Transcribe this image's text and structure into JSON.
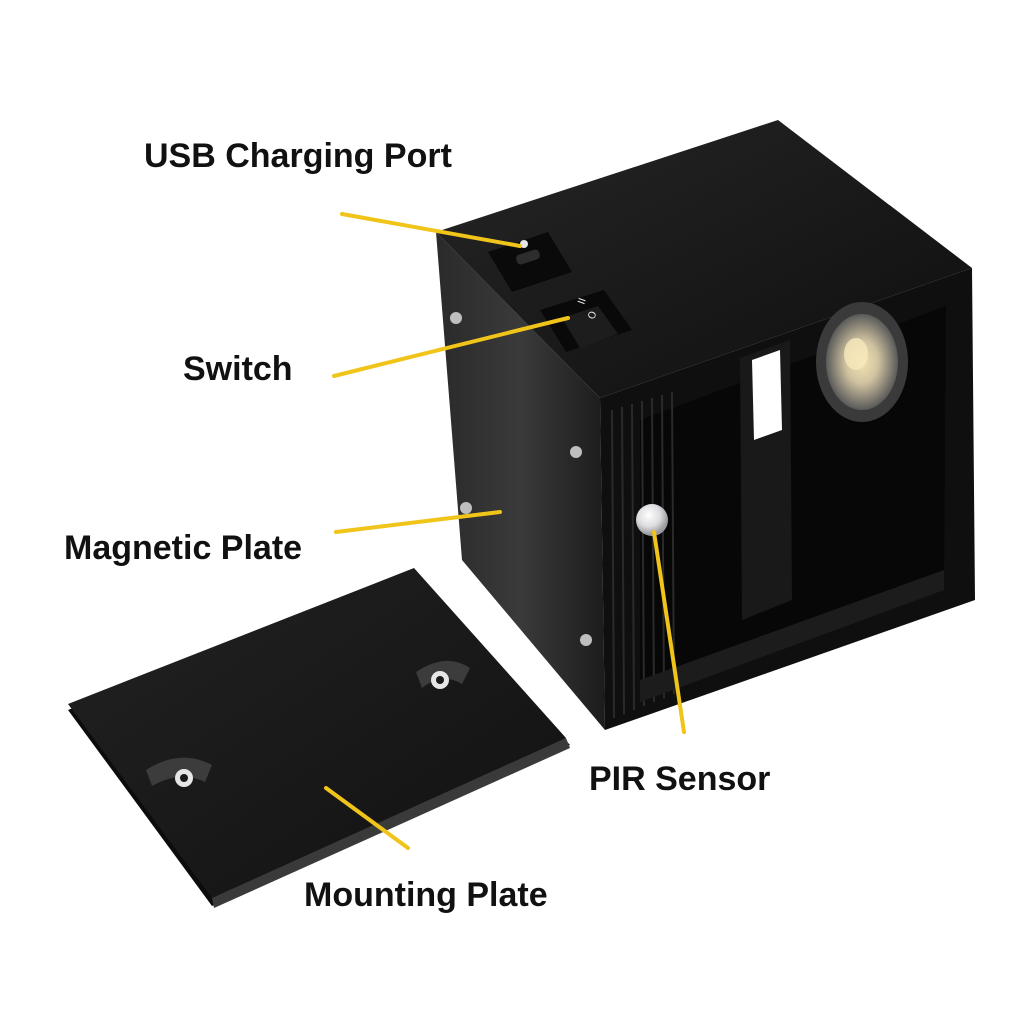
{
  "labels": {
    "usb_charging_port": "USB Charging Port",
    "switch": "Switch",
    "magnetic_plate": "Magnetic Plate",
    "pir_sensor": "PIR Sensor",
    "mounting_plate": "Mounting Plate"
  },
  "colors": {
    "background": "#ffffff",
    "leader_line": "#f0c419",
    "label_text": "#111111",
    "body_dark": "#141414",
    "body_mid": "#1f1f1f",
    "body_light": "#2c2c2c",
    "mounting_plate": "#1a1a1a",
    "sensor_dome": "#e8e8ea"
  },
  "icons": {
    "usb_port": "usb-port-icon",
    "rocker_switch": "rocker-switch-icon",
    "pir_dome": "pir-sensor-dome-icon",
    "screw": "screw-icon",
    "led_lens": "led-lens-icon",
    "keyhole_slot": "keyhole-slot-icon"
  },
  "switch_markings": {
    "off_symbol": "O",
    "on_symbol": "I",
    "mode_symbol": "II"
  }
}
